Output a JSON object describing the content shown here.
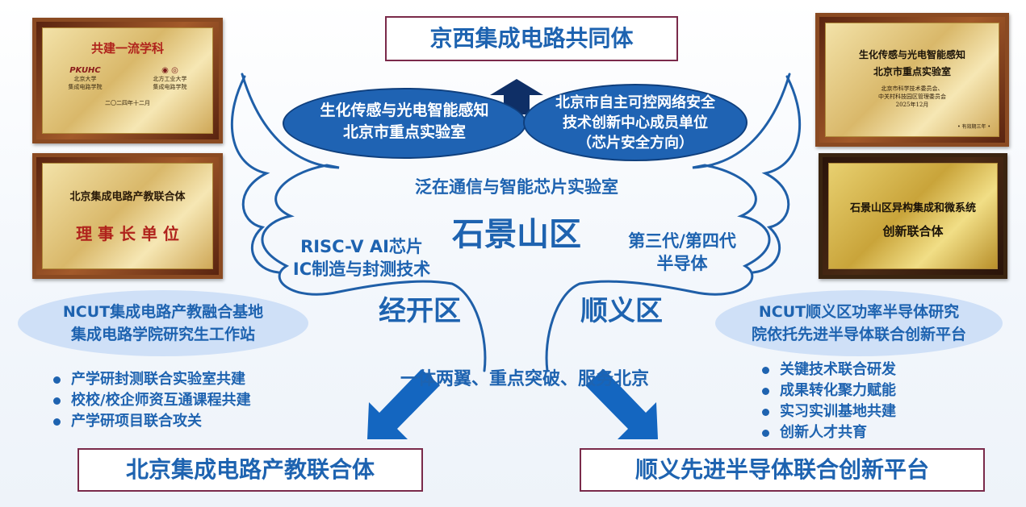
{
  "top_title": "京西集成电路共同体",
  "bottom_left_title": "北京集成电路产教联合体",
  "bottom_right_title": "顺义先进半导体联合创新平台",
  "center": {
    "lab_top": "泛在通信与智能芯片实验室",
    "district": "石景山区",
    "left_wing_text": [
      "RISC-V AI芯片",
      "IC制造与封测技术"
    ],
    "right_wing_text": [
      "第三代/第四代",
      "半导体"
    ],
    "left_district": "经开区",
    "right_district": "顺义区",
    "slogan": "一体两翼、重点突破、服务北京"
  },
  "ellipses": {
    "left_dark": [
      "生化传感与光电智能感知",
      "北京市重点实验室"
    ],
    "right_dark": [
      "北京市自主可控网络安全",
      "技术创新中心成员单位",
      "（芯片安全方向）"
    ],
    "left_light": [
      "NCUT集成电路产教融合基地",
      "集成电路学院研究生工作站"
    ],
    "right_light": [
      "NCUT顺义区功率半导体研究",
      "院依托先进半导体联合创新平台"
    ]
  },
  "left_bullets": [
    "产学研封测联合实验室共建",
    "校校/校企师资互通课程共建",
    "产学研项目联合攻关"
  ],
  "right_bullets": [
    "关键技术联合研发",
    "成果转化聚力赋能",
    "实习实训基地共建",
    "创新人才共育"
  ],
  "plaques": {
    "p1": {
      "title": "共建一流学科",
      "logo_left": "PKUHC",
      "left_org": [
        "北京大学",
        "集成电路学院"
      ],
      "right_org": [
        "北方工业大学",
        "集成电路学院"
      ],
      "date": "二〇二四年十二月"
    },
    "p2": {
      "line1": "北京集成电路产教联合体",
      "line2": "理 事 长 单 位"
    },
    "p3": {
      "line1": "生化传感与光电智能感知",
      "line2": "北京市重点实验室",
      "org1": "北京市科学技术委员会、",
      "org2": "中关村科技园区管理委员会",
      "date": "2025年12月",
      "note": "• 有效期三年 •"
    },
    "p4": {
      "line1": "石景山区异构集成和微系统",
      "line2": "创新联合体"
    }
  },
  "colors": {
    "brand_blue": "#1e63b0",
    "dark_blue": "#1f63b3",
    "frame": "#7a2a4a",
    "wing": "#1f5fa8"
  }
}
